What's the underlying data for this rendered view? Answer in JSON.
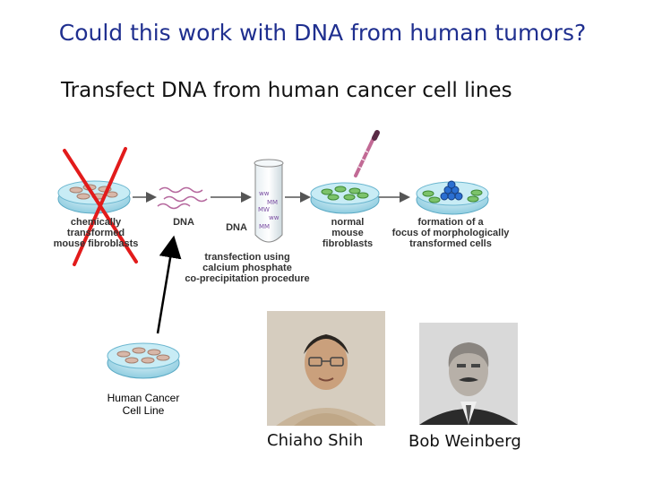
{
  "title": "Could this work with DNA from human tumors?",
  "subtitle": "Transfect DNA from human cancer cell lines",
  "diagram": {
    "dish1_label": [
      "chemically",
      "transformed",
      "mouse fibroblasts"
    ],
    "dna_label_1": "DNA",
    "dna_label_2": "DNA",
    "transfection_label": [
      "transfection using",
      "calcium phosphate",
      "co-precipitation procedure"
    ],
    "normal_label": [
      "normal",
      "mouse",
      "fibroblasts"
    ],
    "focus_label": [
      "formation of a",
      "focus of morphologically",
      "transformed cells"
    ],
    "human_label": [
      "Human Cancer",
      "Cell Line"
    ]
  },
  "people": {
    "person1": "Chiaho Shih",
    "person2": "Bob Weinberg"
  }
}
